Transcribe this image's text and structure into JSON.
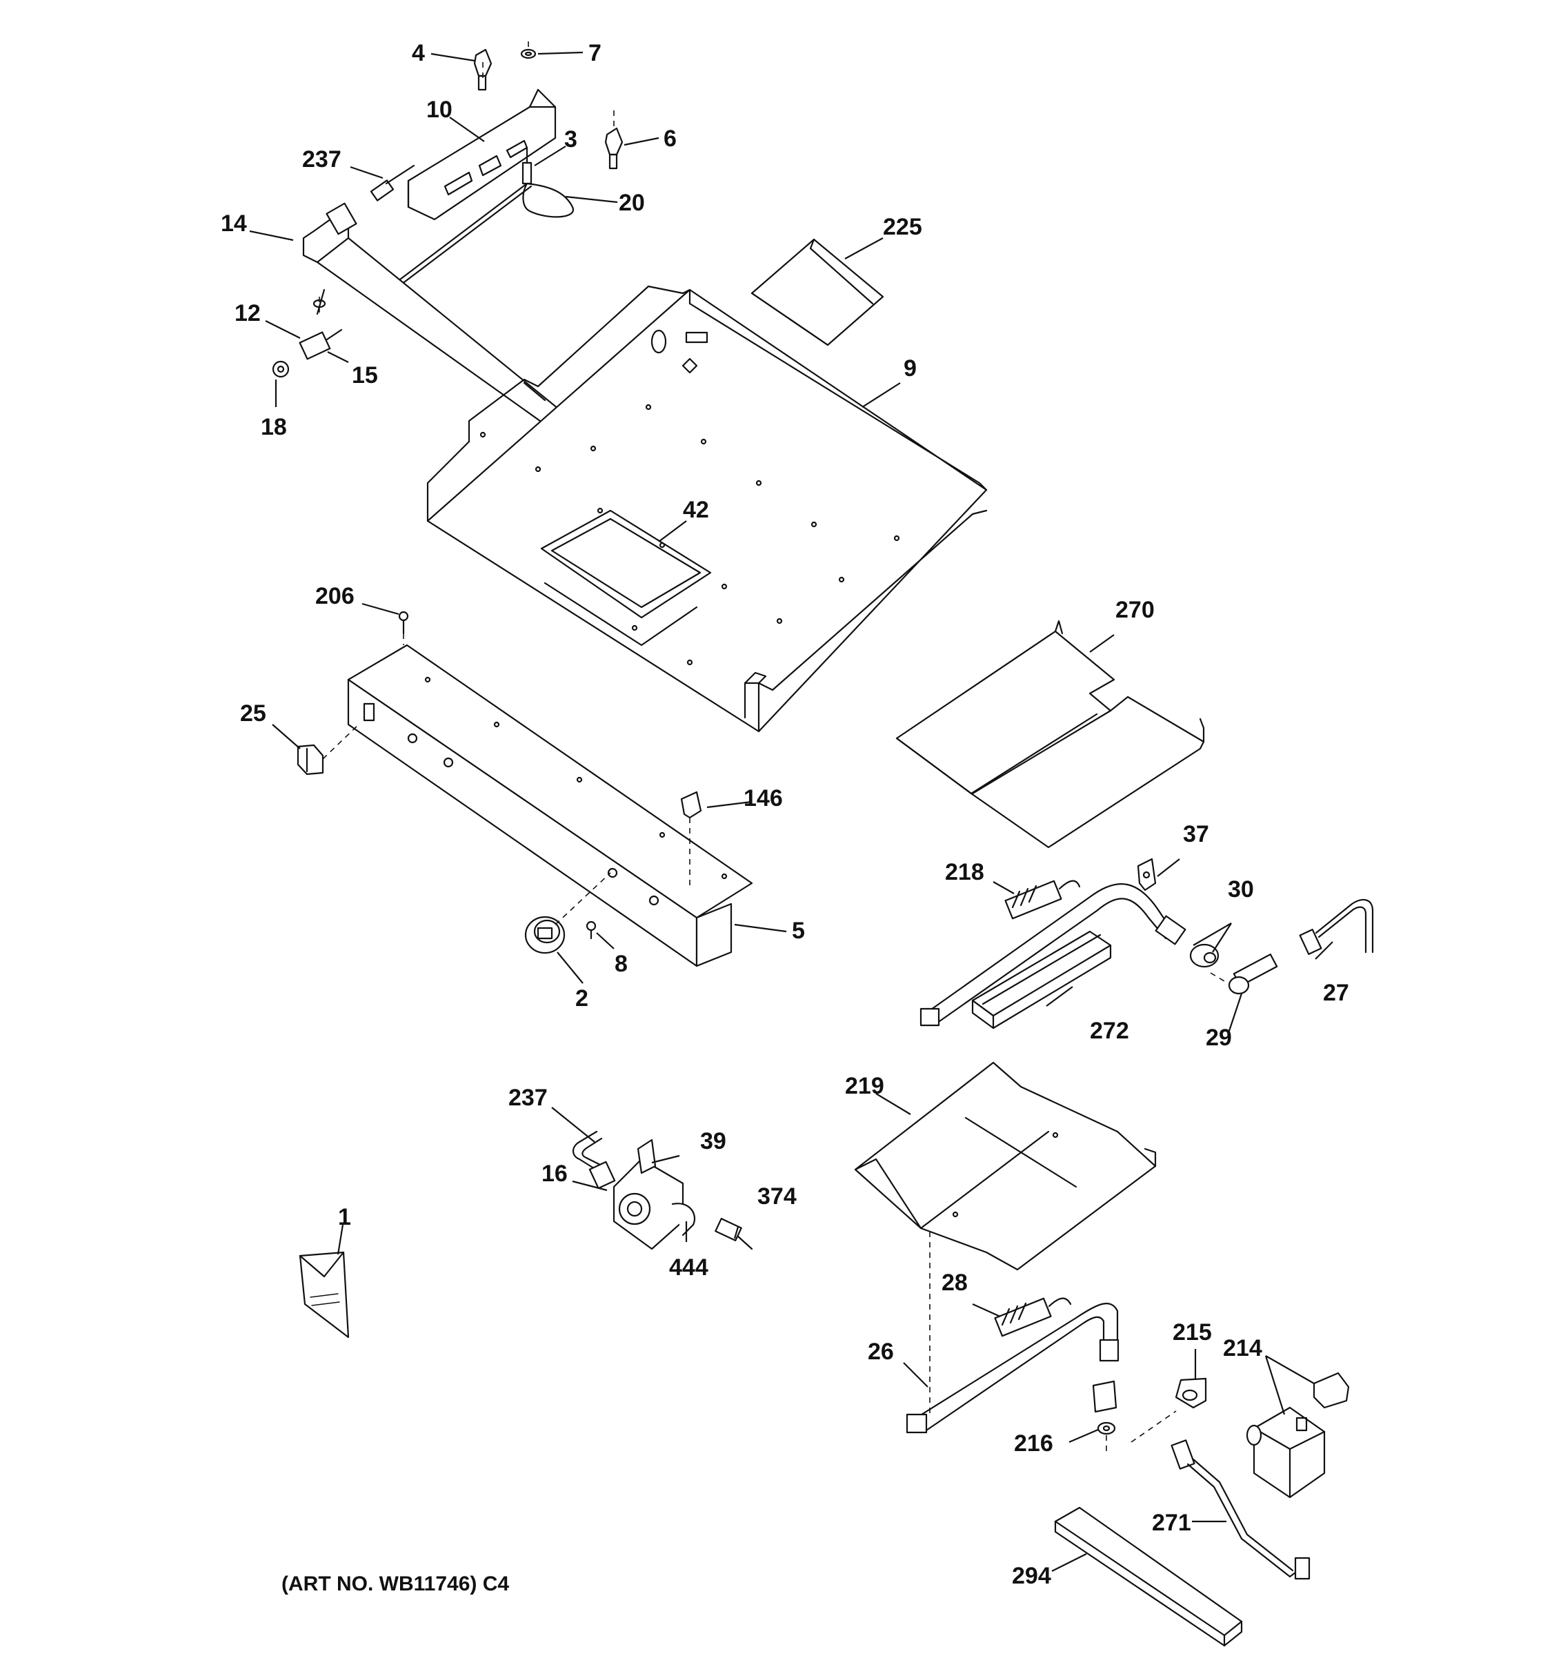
{
  "art_number": "(ART NO. WB11746) C4",
  "callouts": {
    "c1": "1",
    "c2": "2",
    "c3": "3",
    "c4": "4",
    "c5": "5",
    "c6": "6",
    "c7": "7",
    "c8": "8",
    "c9": "9",
    "c10": "10",
    "c12": "12",
    "c14": "14",
    "c15": "15",
    "c16": "16",
    "c18": "18",
    "c20": "20",
    "c25": "25",
    "c26": "26",
    "c27": "27",
    "c28": "28",
    "c29": "29",
    "c30": "30",
    "c37": "37",
    "c39": "39",
    "c42": "42",
    "c146": "146",
    "c206": "206",
    "c214": "214",
    "c215": "215",
    "c216": "216",
    "c218": "218",
    "c219": "219",
    "c225": "225",
    "c237a": "237",
    "c237b": "237",
    "c270": "270",
    "c271": "271",
    "c272": "272",
    "c294": "294",
    "c374": "374",
    "c444": "444"
  }
}
